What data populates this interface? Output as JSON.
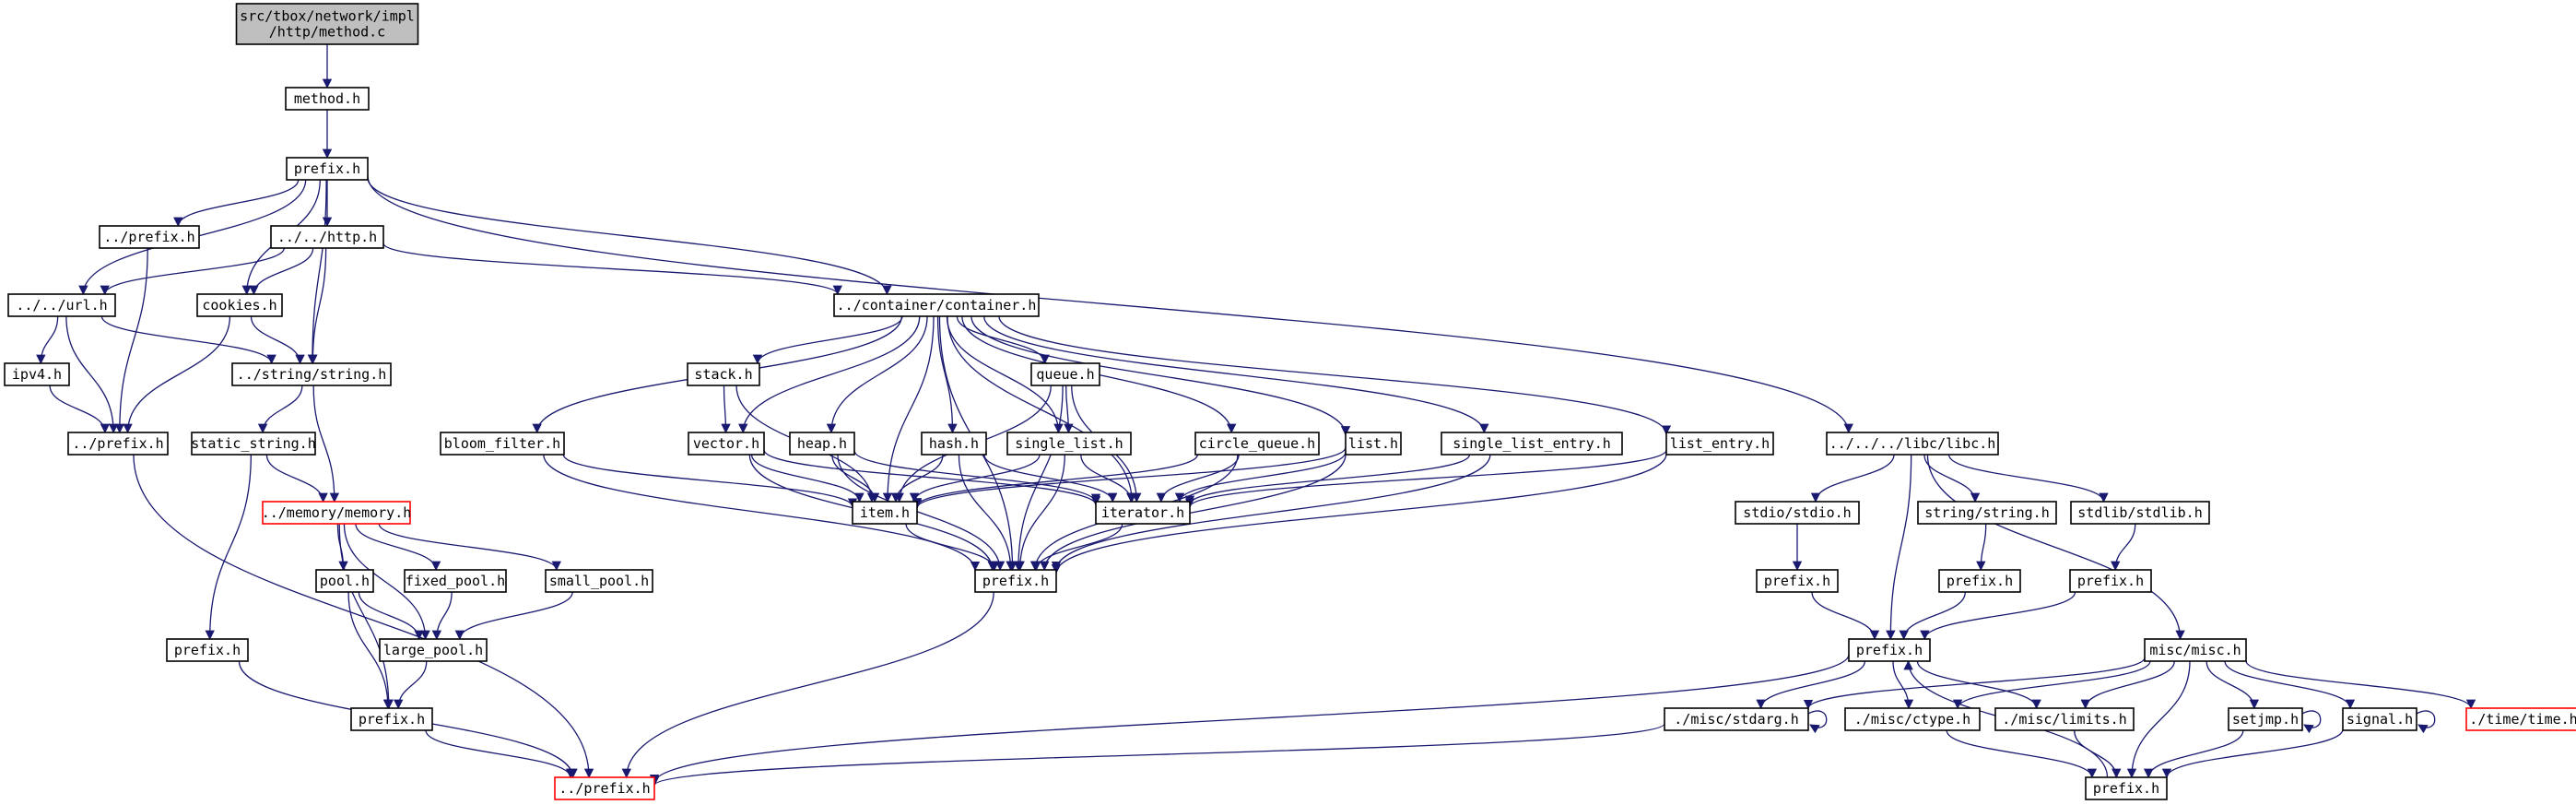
{
  "colors": {
    "edge": "#191970",
    "root_fill": "#bfbfbf",
    "missing_border": "#ff0000"
  },
  "nodes": [
    {
      "id": "root",
      "lines": [
        "src/tbox/network/impl",
        "/http/method.c"
      ],
      "kind": "root"
    },
    {
      "id": "method_h",
      "lines": [
        "method.h"
      ]
    },
    {
      "id": "prefix_top",
      "lines": [
        "prefix.h"
      ]
    },
    {
      "id": "dprefix",
      "lines": [
        "../prefix.h"
      ]
    },
    {
      "id": "http",
      "lines": [
        "../../http.h"
      ]
    },
    {
      "id": "url",
      "lines": [
        "../../url.h"
      ]
    },
    {
      "id": "cookies",
      "lines": [
        "cookies.h"
      ]
    },
    {
      "id": "ipv4",
      "lines": [
        "ipv4.h"
      ]
    },
    {
      "id": "string",
      "lines": [
        "../string/string.h"
      ]
    },
    {
      "id": "dprefix2",
      "lines": [
        "../prefix.h"
      ]
    },
    {
      "id": "static_string",
      "lines": [
        "static_string.h"
      ]
    },
    {
      "id": "memory",
      "lines": [
        "../memory/memory.h"
      ],
      "kind": "missing"
    },
    {
      "id": "pool",
      "lines": [
        "pool.h"
      ]
    },
    {
      "id": "fixed_pool",
      "lines": [
        "fixed_pool.h"
      ]
    },
    {
      "id": "small_pool",
      "lines": [
        "small_pool.h"
      ]
    },
    {
      "id": "prefix_ss",
      "lines": [
        "prefix.h"
      ]
    },
    {
      "id": "large_pool",
      "lines": [
        "large_pool.h"
      ]
    },
    {
      "id": "prefix_mem",
      "lines": [
        "prefix.h"
      ]
    },
    {
      "id": "prefix_bottom",
      "lines": [
        "../prefix.h"
      ],
      "kind": "missing"
    },
    {
      "id": "container",
      "lines": [
        "../container/container.h"
      ]
    },
    {
      "id": "stack",
      "lines": [
        "stack.h"
      ]
    },
    {
      "id": "queue",
      "lines": [
        "queue.h"
      ]
    },
    {
      "id": "bloom",
      "lines": [
        "bloom_filter.h"
      ]
    },
    {
      "id": "vector",
      "lines": [
        "vector.h"
      ]
    },
    {
      "id": "heap",
      "lines": [
        "heap.h"
      ]
    },
    {
      "id": "hash",
      "lines": [
        "hash.h"
      ]
    },
    {
      "id": "single_list",
      "lines": [
        "single_list.h"
      ]
    },
    {
      "id": "circle_queue",
      "lines": [
        "circle_queue.h"
      ]
    },
    {
      "id": "list",
      "lines": [
        "list.h"
      ]
    },
    {
      "id": "single_list_entry",
      "lines": [
        "single_list_entry.h"
      ]
    },
    {
      "id": "list_entry",
      "lines": [
        "list_entry.h"
      ]
    },
    {
      "id": "item",
      "lines": [
        "item.h"
      ]
    },
    {
      "id": "iterator",
      "lines": [
        "iterator.h"
      ]
    },
    {
      "id": "prefix_cont",
      "lines": [
        "prefix.h"
      ]
    },
    {
      "id": "libc",
      "lines": [
        "../../../libc/libc.h"
      ]
    },
    {
      "id": "stdio",
      "lines": [
        "stdio/stdio.h"
      ]
    },
    {
      "id": "strstr",
      "lines": [
        "string/string.h"
      ]
    },
    {
      "id": "stdlib",
      "lines": [
        "stdlib/stdlib.h"
      ]
    },
    {
      "id": "prefix_stdio",
      "lines": [
        "prefix.h"
      ]
    },
    {
      "id": "prefix_str",
      "lines": [
        "prefix.h"
      ]
    },
    {
      "id": "prefix_stdlib",
      "lines": [
        "prefix.h"
      ]
    },
    {
      "id": "prefix_libc",
      "lines": [
        "prefix.h"
      ]
    },
    {
      "id": "misc",
      "lines": [
        "misc/misc.h"
      ]
    },
    {
      "id": "stdarg",
      "lines": [
        "./misc/stdarg.h"
      ]
    },
    {
      "id": "ctype",
      "lines": [
        "./misc/ctype.h"
      ]
    },
    {
      "id": "limits",
      "lines": [
        "./misc/limits.h"
      ]
    },
    {
      "id": "setjmp",
      "lines": [
        "setjmp.h"
      ]
    },
    {
      "id": "signal",
      "lines": [
        "signal.h"
      ]
    },
    {
      "id": "time",
      "lines": [
        "./time/time.h"
      ],
      "kind": "missing"
    },
    {
      "id": "prefix_misc",
      "lines": [
        "prefix.h"
      ]
    }
  ],
  "edges": [
    [
      "root",
      "method_h"
    ],
    [
      "method_h",
      "prefix_top"
    ],
    [
      "prefix_top",
      "dprefix"
    ],
    [
      "prefix_top",
      "http"
    ],
    [
      "prefix_top",
      "url"
    ],
    [
      "prefix_top",
      "cookies"
    ],
    [
      "prefix_top",
      "string"
    ],
    [
      "prefix_top",
      "container"
    ],
    [
      "prefix_top",
      "libc"
    ],
    [
      "dprefix",
      "dprefix2"
    ],
    [
      "http",
      "url"
    ],
    [
      "http",
      "cookies"
    ],
    [
      "http",
      "string"
    ],
    [
      "http",
      "container"
    ],
    [
      "url",
      "ipv4"
    ],
    [
      "url",
      "dprefix2"
    ],
    [
      "url",
      "string"
    ],
    [
      "ipv4",
      "dprefix2"
    ],
    [
      "cookies",
      "string"
    ],
    [
      "cookies",
      "dprefix2"
    ],
    [
      "string",
      "static_string"
    ],
    [
      "string",
      "memory"
    ],
    [
      "static_string",
      "memory"
    ],
    [
      "static_string",
      "prefix_ss"
    ],
    [
      "memory",
      "pool"
    ],
    [
      "memory",
      "fixed_pool"
    ],
    [
      "memory",
      "small_pool"
    ],
    [
      "memory",
      "large_pool"
    ],
    [
      "memory",
      "prefix_mem"
    ],
    [
      "pool",
      "large_pool"
    ],
    [
      "pool",
      "prefix_mem"
    ],
    [
      "fixed_pool",
      "large_pool"
    ],
    [
      "small_pool",
      "large_pool"
    ],
    [
      "large_pool",
      "prefix_mem"
    ],
    [
      "prefix_mem",
      "prefix_bottom"
    ],
    [
      "prefix_ss",
      "prefix_bottom"
    ],
    [
      "dprefix2",
      "prefix_bottom"
    ],
    [
      "container",
      "stack"
    ],
    [
      "container",
      "queue"
    ],
    [
      "container",
      "bloom"
    ],
    [
      "container",
      "vector"
    ],
    [
      "container",
      "heap"
    ],
    [
      "container",
      "hash"
    ],
    [
      "container",
      "single_list"
    ],
    [
      "container",
      "circle_queue"
    ],
    [
      "container",
      "list"
    ],
    [
      "container",
      "single_list_entry"
    ],
    [
      "container",
      "list_entry"
    ],
    [
      "container",
      "item"
    ],
    [
      "container",
      "iterator"
    ],
    [
      "container",
      "prefix_cont"
    ],
    [
      "stack",
      "vector"
    ],
    [
      "stack",
      "item"
    ],
    [
      "queue",
      "single_list"
    ],
    [
      "queue",
      "item"
    ],
    [
      "queue",
      "iterator"
    ],
    [
      "queue",
      "prefix_cont"
    ],
    [
      "bloom",
      "item"
    ],
    [
      "bloom",
      "prefix_cont"
    ],
    [
      "vector",
      "item"
    ],
    [
      "vector",
      "iterator"
    ],
    [
      "vector",
      "prefix_cont"
    ],
    [
      "heap",
      "item"
    ],
    [
      "heap",
      "iterator"
    ],
    [
      "heap",
      "prefix_cont"
    ],
    [
      "hash",
      "item"
    ],
    [
      "hash",
      "iterator"
    ],
    [
      "hash",
      "prefix_cont"
    ],
    [
      "single_list",
      "item"
    ],
    [
      "single_list",
      "iterator"
    ],
    [
      "single_list",
      "prefix_cont"
    ],
    [
      "circle_queue",
      "item"
    ],
    [
      "circle_queue",
      "iterator"
    ],
    [
      "circle_queue",
      "prefix_cont"
    ],
    [
      "list",
      "item"
    ],
    [
      "list",
      "iterator"
    ],
    [
      "list",
      "prefix_cont"
    ],
    [
      "single_list_entry",
      "iterator"
    ],
    [
      "single_list_entry",
      "prefix_cont"
    ],
    [
      "list_entry",
      "iterator"
    ],
    [
      "list_entry",
      "prefix_cont"
    ],
    [
      "item",
      "prefix_cont"
    ],
    [
      "iterator",
      "prefix_cont"
    ],
    [
      "prefix_cont",
      "prefix_bottom"
    ],
    [
      "libc",
      "stdio"
    ],
    [
      "libc",
      "strstr"
    ],
    [
      "libc",
      "stdlib"
    ],
    [
      "libc",
      "misc"
    ],
    [
      "libc",
      "prefix_libc"
    ],
    [
      "stdio",
      "prefix_stdio"
    ],
    [
      "strstr",
      "prefix_str"
    ],
    [
      "stdlib",
      "prefix_stdlib"
    ],
    [
      "prefix_stdio",
      "prefix_libc"
    ],
    [
      "prefix_str",
      "prefix_libc"
    ],
    [
      "prefix_stdlib",
      "prefix_libc"
    ],
    [
      "prefix_libc",
      "stdarg"
    ],
    [
      "prefix_libc",
      "ctype"
    ],
    [
      "prefix_libc",
      "limits"
    ],
    [
      "prefix_libc",
      "prefix_bottom"
    ],
    [
      "stdarg",
      "stdarg"
    ],
    [
      "stdarg",
      "prefix_bottom"
    ],
    [
      "misc",
      "stdarg"
    ],
    [
      "misc",
      "ctype"
    ],
    [
      "misc",
      "limits"
    ],
    [
      "misc",
      "setjmp"
    ],
    [
      "misc",
      "signal"
    ],
    [
      "misc",
      "time"
    ],
    [
      "misc",
      "prefix_misc"
    ],
    [
      "setjmp",
      "setjmp"
    ],
    [
      "setjmp",
      "prefix_misc"
    ],
    [
      "signal",
      "signal"
    ],
    [
      "signal",
      "prefix_misc"
    ],
    [
      "ctype",
      "prefix_misc"
    ],
    [
      "limits",
      "prefix_misc"
    ],
    [
      "prefix_misc",
      "prefix_libc"
    ]
  ]
}
